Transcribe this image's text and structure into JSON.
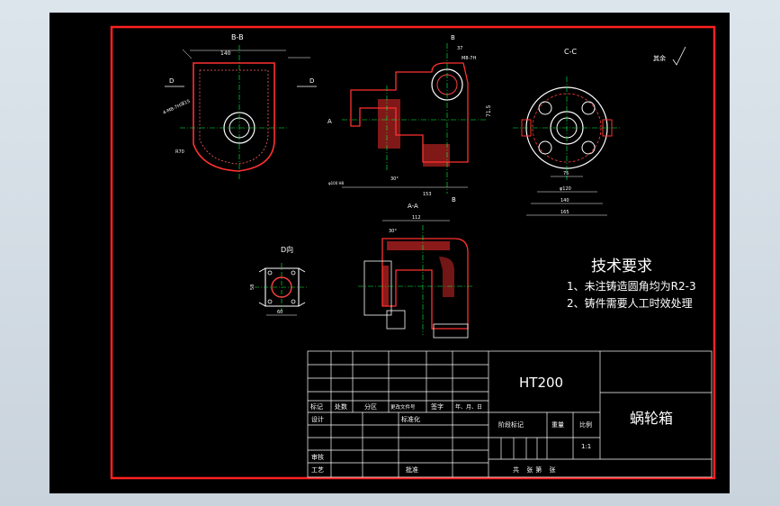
{
  "views": {
    "section_bb": "B-B",
    "section_cc": "C-C",
    "section_aa": "A-A",
    "view_d": "D向",
    "label_a": "A",
    "label_b": "B",
    "label_d": "D"
  },
  "roughness_note": "其余",
  "tech": {
    "title": "技术要求",
    "line1": "1、未注铸造圆角均为R2-3",
    "line2": "2、铸件需要人工时效处理"
  },
  "dims": {
    "d_140": "140",
    "d_165": "165",
    "d_120": "φ120",
    "d_75": "75",
    "d_112": "112",
    "d_153": "153",
    "d_60": "60",
    "d_58": "58",
    "d_30deg": "30°",
    "d_71_5": "71.5",
    "d_m8": "M8-7H",
    "d_4m8": "4-M8-7H深15",
    "d_r70": "R70",
    "d_37": "37"
  },
  "title_block": {
    "material": "HT200",
    "part_name": "蜗轮箱",
    "row_labels": [
      "标记",
      "处数",
      "分区",
      "更改文件号",
      "签字",
      "年、月、日"
    ],
    "design": "设计",
    "standard": "标准化",
    "stage_mark": "阶段标记",
    "weight": "重量",
    "scale": "比例",
    "scale_value": "1:1",
    "review": "审核",
    "process": "工艺",
    "approve": "批准",
    "sheets": "共  张第  张"
  }
}
